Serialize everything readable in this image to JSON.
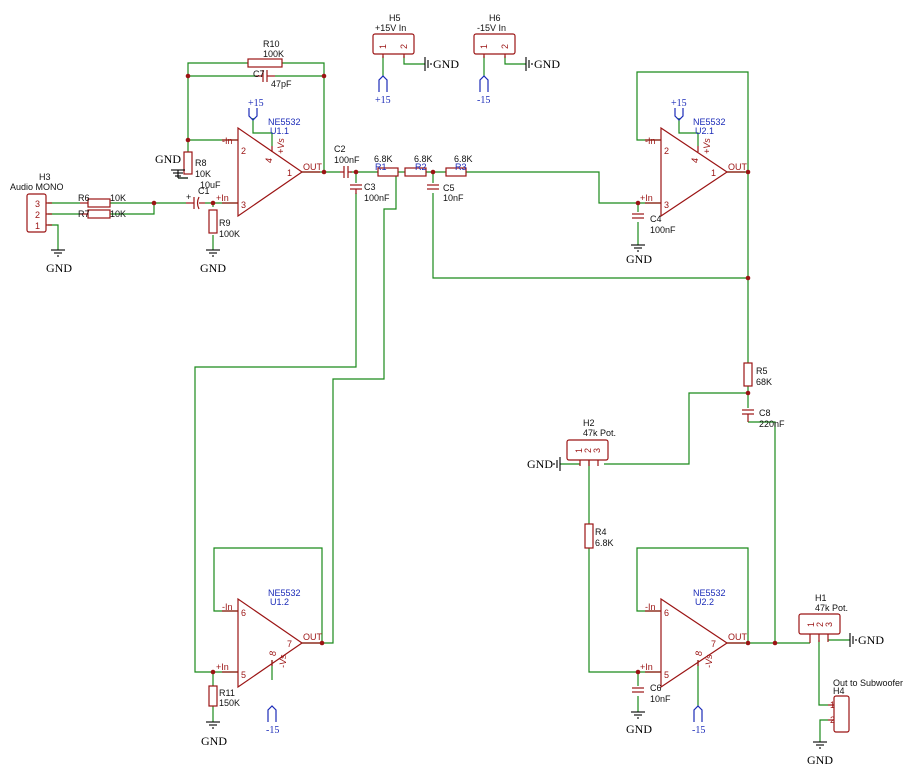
{
  "ic_type": "NE5532",
  "gnd_label": "GND",
  "pwr_pos_label": "+15",
  "pwr_neg_label": "-15",
  "pins": {
    "minus_in": "-In",
    "plus_in": "+In",
    "out": "OUT",
    "vs_pos": "+Vs",
    "vs_neg": "-Vs"
  },
  "opamps": [
    {
      "unit": "U1.1",
      "pin_minus": "2",
      "pin_plus": "3",
      "pin_out": "1",
      "pin_pwr": "4"
    },
    {
      "unit": "U2.1",
      "pin_minus": "2",
      "pin_plus": "3",
      "pin_out": "1",
      "pin_pwr": "4"
    },
    {
      "unit": "U1.2",
      "pin_minus": "6",
      "pin_plus": "5",
      "pin_out": "7",
      "pin_pwr": "8"
    },
    {
      "unit": "U2.2",
      "pin_minus": "6",
      "pin_plus": "5",
      "pin_out": "7",
      "pin_pwr": "8"
    }
  ],
  "headers": {
    "h3": {
      "ref": "H3",
      "name": "Audio MONO",
      "pins": [
        "3",
        "2",
        "1"
      ]
    },
    "h5": {
      "ref": "H5",
      "name": "+15V In",
      "pins": [
        "1",
        "2"
      ]
    },
    "h6": {
      "ref": "H6",
      "name": "-15V In",
      "pins": [
        "1",
        "2"
      ]
    },
    "h2": {
      "ref": "H2",
      "name": "47k Pot.",
      "pins": [
        "1",
        "2",
        "3"
      ]
    },
    "h1": {
      "ref": "H1",
      "name": "47k Pot.",
      "pins": [
        "1",
        "2",
        "3"
      ]
    },
    "h4": {
      "ref": "H4",
      "name": "Out to Subwoofer",
      "pins": [
        "1",
        "2"
      ]
    }
  },
  "resistors": {
    "r6": {
      "ref": "R6",
      "value": "10K"
    },
    "r7": {
      "ref": "R7",
      "value": "10K"
    },
    "r8": {
      "ref": "R8",
      "value": "10K"
    },
    "r9": {
      "ref": "R9",
      "value": "100K"
    },
    "r10": {
      "ref": "R10",
      "value": "100K"
    },
    "r1": {
      "ref": "R1",
      "value": "6.8K"
    },
    "r2": {
      "ref": "R2",
      "value": "6.8K"
    },
    "r3": {
      "ref": "R3",
      "value": "6.8K"
    },
    "r4": {
      "ref": "R4",
      "value": "6.8K"
    },
    "r5": {
      "ref": "R5",
      "value": "68K"
    },
    "r11": {
      "ref": "R11",
      "value": "150K"
    }
  },
  "capacitors": {
    "c1": {
      "ref": "C1",
      "value": "10uF"
    },
    "c2": {
      "ref": "C2",
      "value": "100nF"
    },
    "c3": {
      "ref": "C3",
      "value": "100nF"
    },
    "c4": {
      "ref": "C4",
      "value": "100nF"
    },
    "c5": {
      "ref": "C5",
      "value": "10nF"
    },
    "c6": {
      "ref": "C6",
      "value": "10nF"
    },
    "c7": {
      "ref": "C7",
      "value": "47pF"
    },
    "c8": {
      "ref": "C8",
      "value": "220nF"
    }
  }
}
